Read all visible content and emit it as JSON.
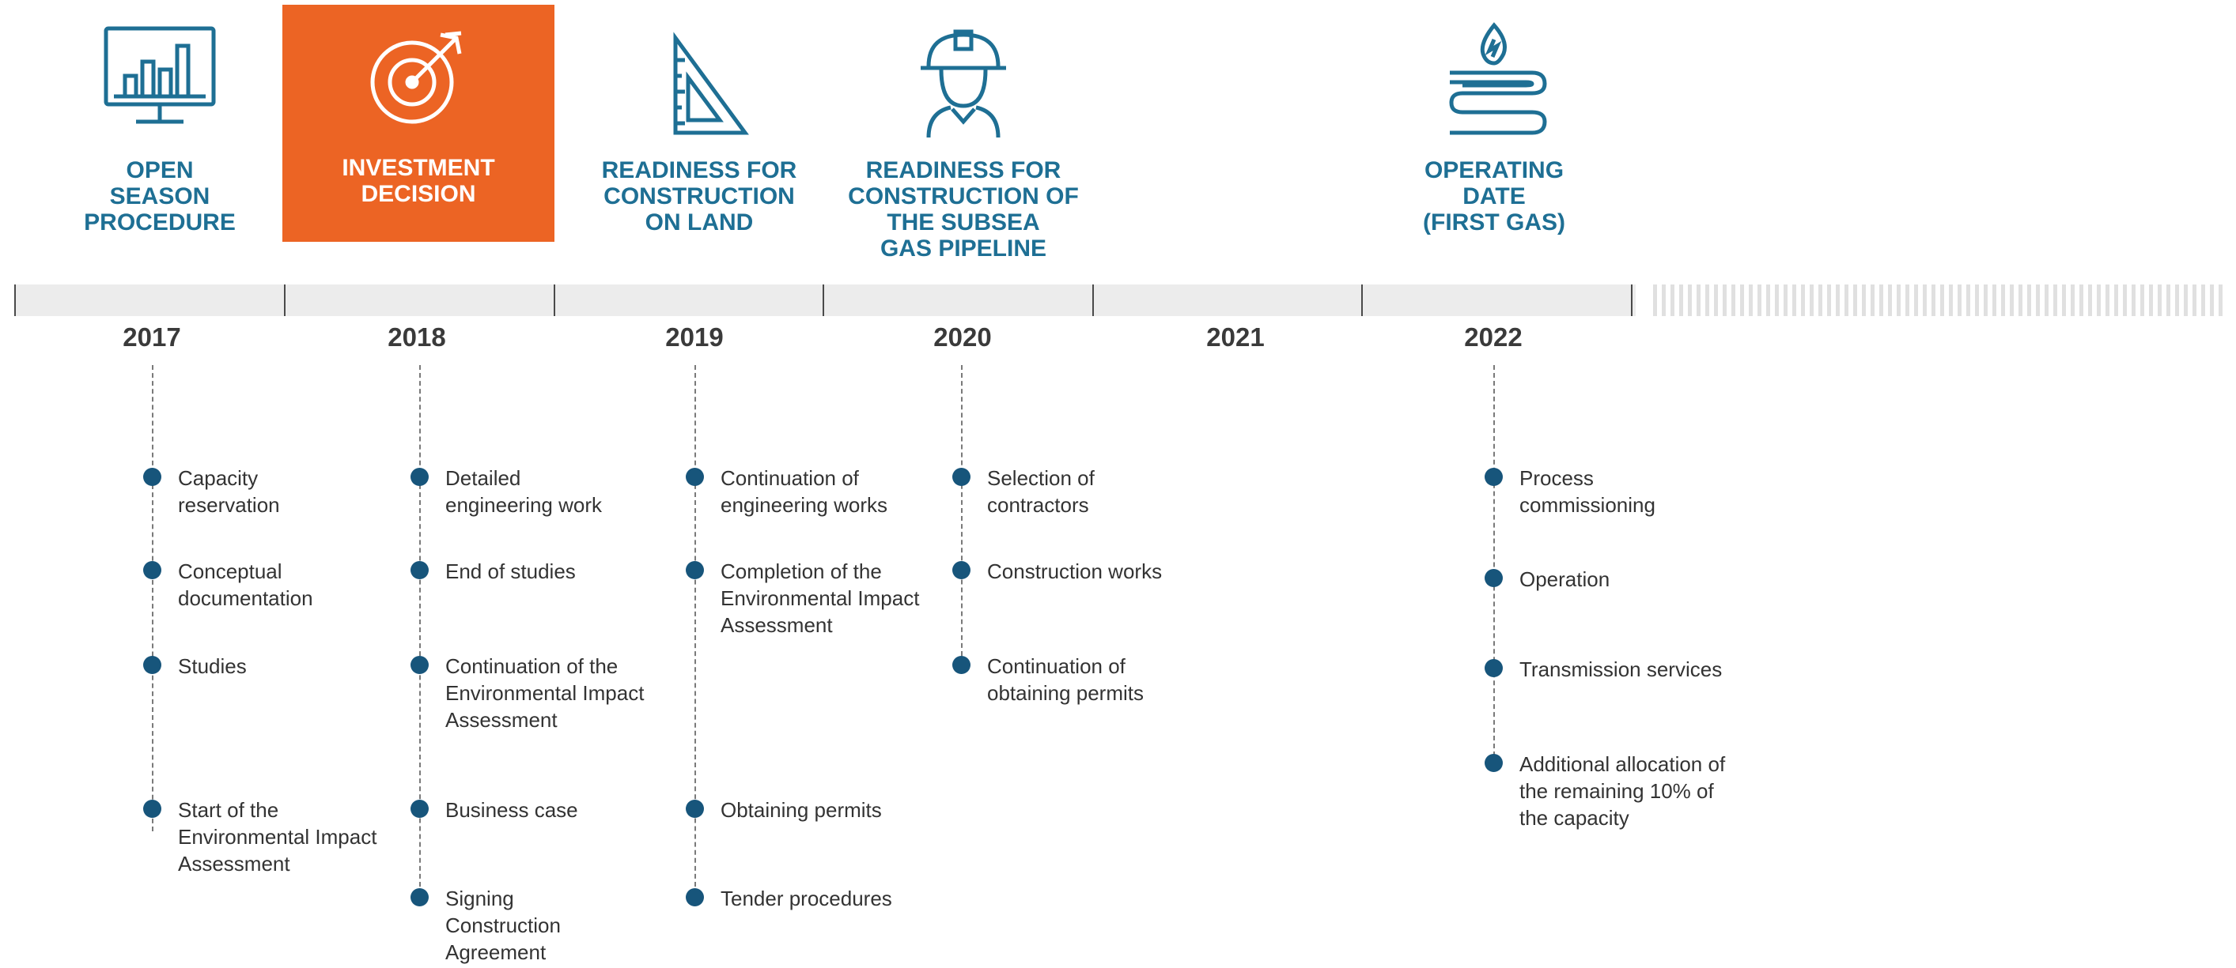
{
  "milestones": [
    {
      "label": "OPEN\nSEASON\nPROCEDURE",
      "icon": "monitor-chart-icon",
      "highlight": false
    },
    {
      "label": "INVESTMENT\nDECISION",
      "icon": "target-arrow-icon",
      "highlight": true
    },
    {
      "label": "READINESS FOR\nCONSTRUCTION\nON LAND",
      "icon": "set-square-icon",
      "highlight": false
    },
    {
      "label": "READINESS FOR\nCONSTRUCTION OF\nTHE SUBSEA\nGAS PIPELINE",
      "icon": "worker-helmet-icon",
      "highlight": false
    },
    {
      "label": "OPERATING\nDATE\n(FIRST GAS)",
      "icon": "gas-flame-pipeline-icon",
      "highlight": false
    }
  ],
  "years": [
    "2017",
    "2018",
    "2019",
    "2020",
    "2021",
    "2022"
  ],
  "columns": [
    {
      "year": "2017",
      "items": [
        "Capacity\nreservation",
        "Conceptual\ndocumentation",
        "Studies",
        "Start of the\nEnvironmental Impact\nAssessment"
      ]
    },
    {
      "year": "2018",
      "items": [
        "Detailed\nengineering work",
        "End of studies",
        "Continuation of the\nEnvironmental Impact\nAssessment",
        "Business case",
        "Signing\nConstruction\nAgreement"
      ]
    },
    {
      "year": "2019",
      "items": [
        "Continuation of\nengineering works",
        "Completion of the\nEnvironmental Impact\nAssessment",
        "Obtaining permits",
        "Tender procedures"
      ]
    },
    {
      "year": "2020",
      "items": [
        "Selection of\ncontractors",
        "Construction works",
        "Continuation of\nobtaining permits"
      ]
    },
    {
      "year": "2022",
      "items": [
        "Process\ncommissioning",
        "Operation",
        "Transmission services",
        "Additional allocation of\nthe remaining 10% of\nthe capacity"
      ]
    }
  ],
  "colors": {
    "accent_orange": "#ec6424",
    "primary_blue": "#1e6f94",
    "dot_blue": "#17557b"
  }
}
